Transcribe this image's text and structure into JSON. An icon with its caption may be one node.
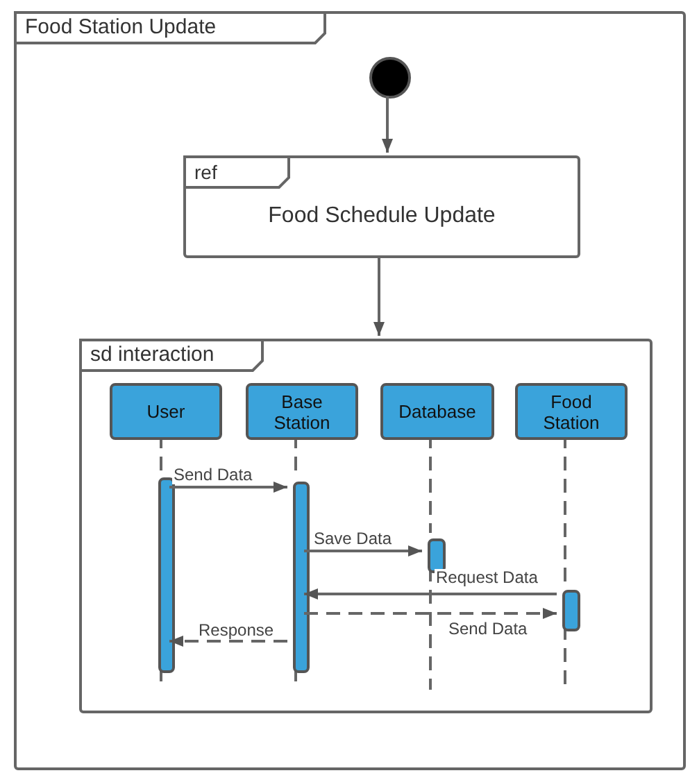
{
  "diagram": {
    "nodes": [
      {
        "text": [
          "Food Station Update"
        ]
      },
      {
        "text": [],
        "shape": "circle",
        "in": 0
      },
      {
        "text": [
          "ref",
          "Food Schedule Update"
        ],
        "in": 0
      },
      {
        "text": [
          "sd interaction"
        ],
        "in": 0
      },
      {
        "text": [
          "User"
        ],
        "in": 3
      },
      {
        "text": [
          "Base Station"
        ],
        "in": 3
      },
      {
        "text": [
          "Database"
        ],
        "in": 3
      },
      {
        "text": [
          "Food Station"
        ],
        "in": 3
      },
      {
        "text": [],
        "shape": "bar",
        "in": 3
      },
      {
        "text": [],
        "shape": "bar",
        "in": 3
      },
      {
        "text": [],
        "shape": "bar",
        "in": 3
      },
      {
        "text": [],
        "shape": "bar",
        "in": 3
      }
    ],
    "edges": [
      {
        "from": 1,
        "to": 2,
        "arrow": "to"
      },
      {
        "from": 2,
        "to": 3,
        "arrow": "to"
      },
      {
        "from": 4,
        "to": 8,
        "arrow": "none",
        "style": "dashed"
      },
      {
        "from": 5,
        "to": 9,
        "arrow": "none",
        "style": "dashed"
      },
      {
        "from": 6,
        "to": 10,
        "arrow": "none",
        "style": "dashed"
      },
      {
        "from": 7,
        "to": 11,
        "arrow": "none",
        "style": "dashed"
      },
      {
        "from": 8,
        "to": 9,
        "arrow": "to",
        "label": "Send Data"
      },
      {
        "from": 9,
        "to": 10,
        "arrow": "to",
        "label": "Save Data"
      },
      {
        "from": 11,
        "to": 9,
        "arrow": "to",
        "label": "Request Data"
      },
      {
        "from": 9,
        "to": 11,
        "arrow": "to",
        "label": "Send Data",
        "style": "dashed"
      },
      {
        "from": 9,
        "to": 8,
        "arrow": "to",
        "label": "Response",
        "style": "dashed"
      }
    ]
  }
}
